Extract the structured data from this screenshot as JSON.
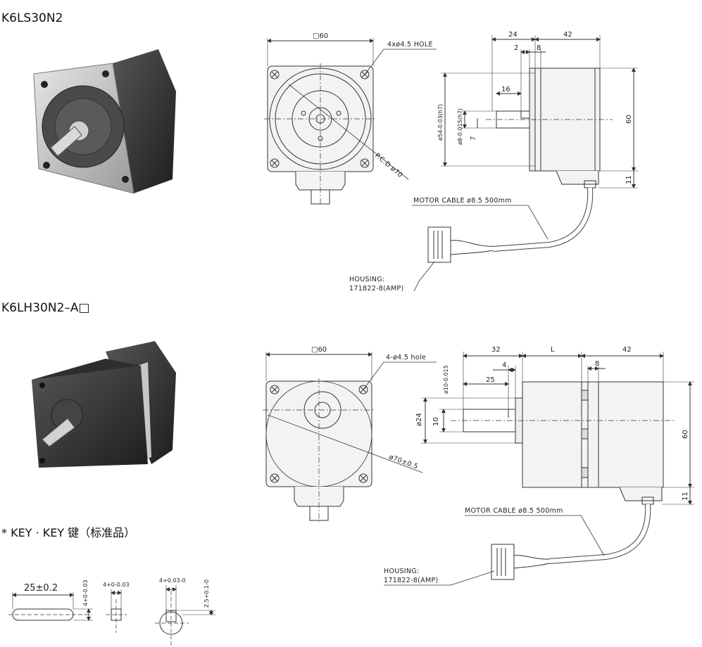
{
  "section1": {
    "title": "K6LS30N2",
    "front": {
      "square": "□60",
      "hole": "4xø4.5 HOLE",
      "pcd": "P.C.D ø70"
    },
    "side": {
      "d24": "24",
      "d42": "42",
      "d2": "2",
      "d8": "8",
      "d16": "16",
      "d60": "60",
      "d11": "11",
      "d7": "7",
      "dia54": "ø54-0.03(h7)",
      "dia8": "ø8-0.015(h7)",
      "cable": "MOTOR CABLE ø8.5 500mm",
      "housing1": "HOUSING:",
      "housing2": "171822-8(AMP)"
    }
  },
  "section2": {
    "title": "K6LH30N2–A□",
    "front": {
      "square": "□60",
      "hole": "4-ø4.5 hole",
      "pcd": "ø70±0.5"
    },
    "side": {
      "d32": "32",
      "dL": "L",
      "d42": "42",
      "d4": "4",
      "d8": "8",
      "d25": "25",
      "d60": "60",
      "d11": "11",
      "d24": "ø24",
      "d10": "10",
      "dia10": "ø10-0.015",
      "cable": "MOTOR CABLE ø8.5 500mm",
      "housing1": "HOUSING:",
      "housing2": "171822-8(AMP)"
    }
  },
  "key": {
    "title": "* KEY · KEY 键（标准品）",
    "len": "25±0.2",
    "w1": "4+0-0.03",
    "w2": "4+0-0.03",
    "w3": "4+0.03-0",
    "h": "2.5+0.1-0"
  },
  "colors": {
    "line": "#333333",
    "motor_dark": "#3a3a3a",
    "motor_silver": "#b9b9b9"
  }
}
